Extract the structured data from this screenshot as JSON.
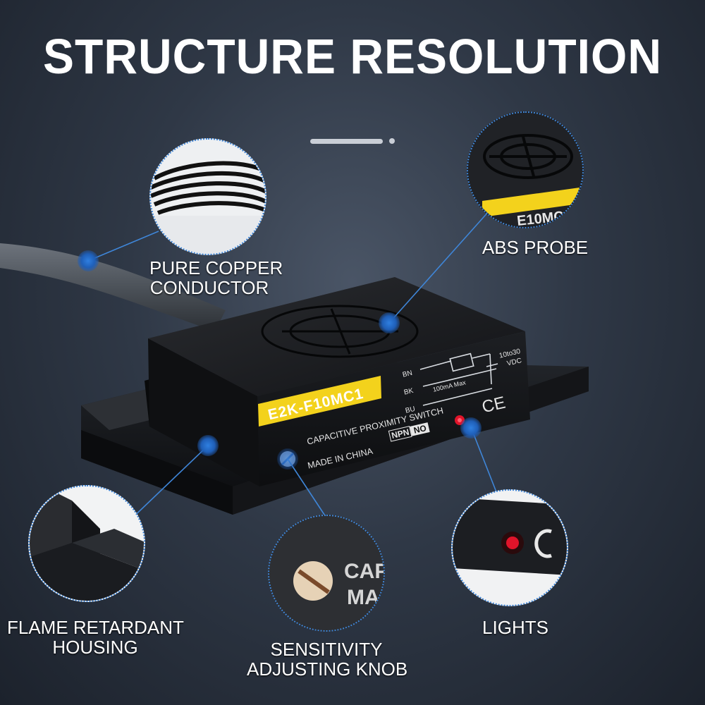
{
  "title": "STRUCTURE RESOLUTION",
  "labels": {
    "pure_copper": [
      "PURE COPPER",
      "CONDUCTOR"
    ],
    "abs_probe": [
      "ABS PROBE"
    ],
    "flame_retardant": [
      "FLAME RETARDANT",
      "HOUSING"
    ],
    "sensitivity": [
      "SENSITIVITY",
      "ADJUSTING KNOB"
    ],
    "lights": [
      "LIGHTS"
    ]
  },
  "product": {
    "model": "E2K-F10MC1",
    "type_line": "CAPACITIVE PROXIMITY SWITCH",
    "origin": "MADE IN CHINA",
    "npn": "NPN",
    "no": "NO",
    "wire_bn": "BN",
    "wire_bk": "BK",
    "wire_bu": "BU",
    "max_current": "100mA Max",
    "voltage_1": "10to30",
    "voltage_2": "VDC",
    "ce_mark": "CE"
  },
  "zoom_texts": {
    "probe_label": "E10MC",
    "knob_text_1": "CAP",
    "knob_text_2": "MA"
  },
  "colors": {
    "accent_blue": "#2f7fe0",
    "label_yellow": "#f3d21c",
    "led_red": "#e0142a"
  }
}
